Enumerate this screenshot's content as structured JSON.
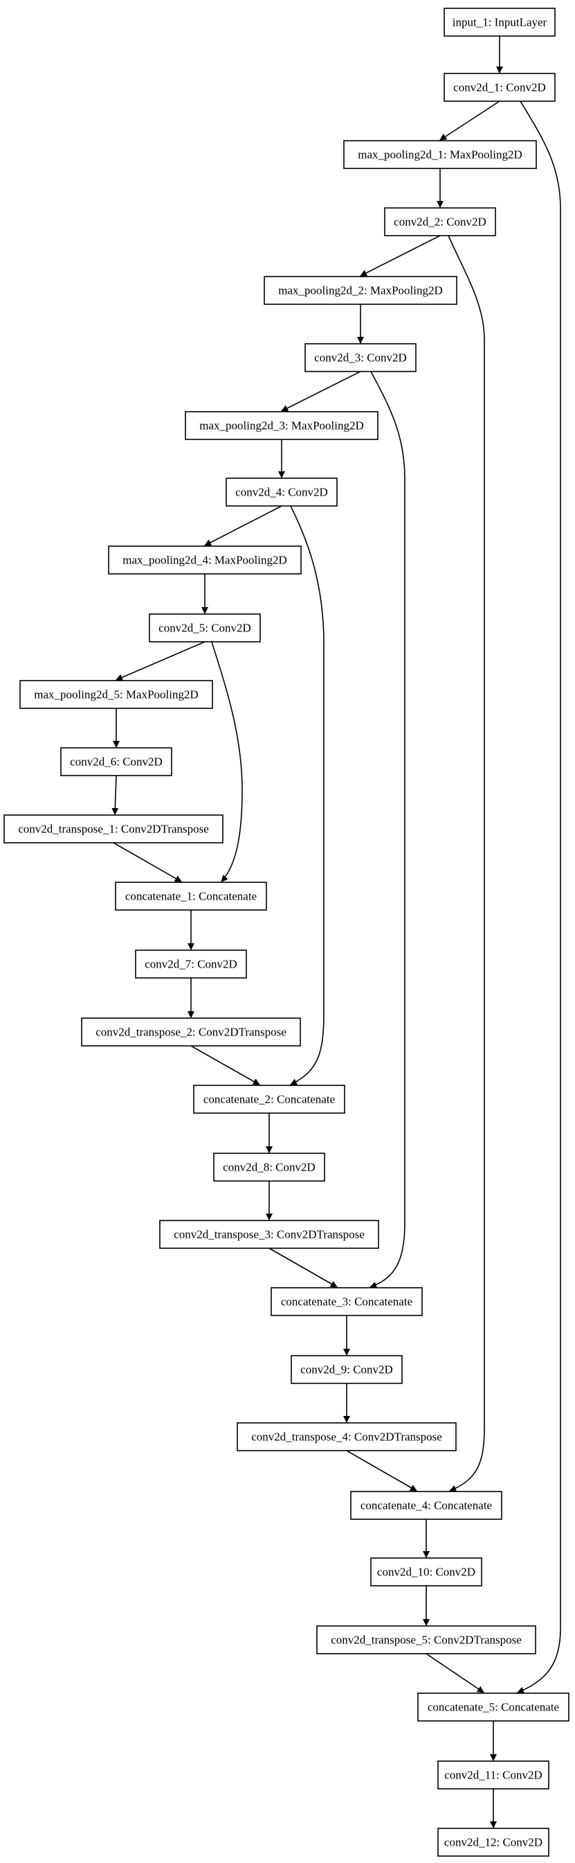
{
  "nodes": [
    {
      "id": "input_1",
      "label": "input_1: InputLayer"
    },
    {
      "id": "conv2d_1",
      "label": "conv2d_1: Conv2D"
    },
    {
      "id": "max_pooling2d_1",
      "label": "max_pooling2d_1: MaxPooling2D"
    },
    {
      "id": "conv2d_2",
      "label": "conv2d_2: Conv2D"
    },
    {
      "id": "max_pooling2d_2",
      "label": "max_pooling2d_2: MaxPooling2D"
    },
    {
      "id": "conv2d_3",
      "label": "conv2d_3: Conv2D"
    },
    {
      "id": "max_pooling2d_3",
      "label": "max_pooling2d_3: MaxPooling2D"
    },
    {
      "id": "conv2d_4",
      "label": "conv2d_4: Conv2D"
    },
    {
      "id": "max_pooling2d_4",
      "label": "max_pooling2d_4: MaxPooling2D"
    },
    {
      "id": "conv2d_5",
      "label": "conv2d_5: Conv2D"
    },
    {
      "id": "max_pooling2d_5",
      "label": "max_pooling2d_5: MaxPooling2D"
    },
    {
      "id": "conv2d_6",
      "label": "conv2d_6: Conv2D"
    },
    {
      "id": "conv2d_transpose_1",
      "label": "conv2d_transpose_1: Conv2DTranspose"
    },
    {
      "id": "concatenate_1",
      "label": "concatenate_1: Concatenate"
    },
    {
      "id": "conv2d_7",
      "label": "conv2d_7: Conv2D"
    },
    {
      "id": "conv2d_transpose_2",
      "label": "conv2d_transpose_2: Conv2DTranspose"
    },
    {
      "id": "concatenate_2",
      "label": "concatenate_2: Concatenate"
    },
    {
      "id": "conv2d_8",
      "label": "conv2d_8: Conv2D"
    },
    {
      "id": "conv2d_transpose_3",
      "label": "conv2d_transpose_3: Conv2DTranspose"
    },
    {
      "id": "concatenate_3",
      "label": "concatenate_3: Concatenate"
    },
    {
      "id": "conv2d_9",
      "label": "conv2d_9: Conv2D"
    },
    {
      "id": "conv2d_transpose_4",
      "label": "conv2d_transpose_4: Conv2DTranspose"
    },
    {
      "id": "concatenate_4",
      "label": "concatenate_4: Concatenate"
    },
    {
      "id": "conv2d_10",
      "label": "conv2d_10: Conv2D"
    },
    {
      "id": "conv2d_transpose_5",
      "label": "conv2d_transpose_5: Conv2DTranspose"
    },
    {
      "id": "concatenate_5",
      "label": "concatenate_5: Concatenate"
    },
    {
      "id": "conv2d_11",
      "label": "conv2d_11: Conv2D"
    },
    {
      "id": "conv2d_12",
      "label": "conv2d_12: Conv2D"
    }
  ],
  "edges": [
    {
      "from": "input_1",
      "to": "conv2d_1"
    },
    {
      "from": "conv2d_1",
      "to": "max_pooling2d_1"
    },
    {
      "from": "max_pooling2d_1",
      "to": "conv2d_2"
    },
    {
      "from": "conv2d_2",
      "to": "max_pooling2d_2"
    },
    {
      "from": "max_pooling2d_2",
      "to": "conv2d_3"
    },
    {
      "from": "conv2d_3",
      "to": "max_pooling2d_3"
    },
    {
      "from": "max_pooling2d_3",
      "to": "conv2d_4"
    },
    {
      "from": "conv2d_4",
      "to": "max_pooling2d_4"
    },
    {
      "from": "max_pooling2d_4",
      "to": "conv2d_5"
    },
    {
      "from": "conv2d_5",
      "to": "max_pooling2d_5"
    },
    {
      "from": "max_pooling2d_5",
      "to": "conv2d_6"
    },
    {
      "from": "conv2d_6",
      "to": "conv2d_transpose_1"
    },
    {
      "from": "conv2d_transpose_1",
      "to": "concatenate_1"
    },
    {
      "from": "conv2d_5",
      "to": "concatenate_1"
    },
    {
      "from": "concatenate_1",
      "to": "conv2d_7"
    },
    {
      "from": "conv2d_7",
      "to": "conv2d_transpose_2"
    },
    {
      "from": "conv2d_transpose_2",
      "to": "concatenate_2"
    },
    {
      "from": "conv2d_4",
      "to": "concatenate_2"
    },
    {
      "from": "concatenate_2",
      "to": "conv2d_8"
    },
    {
      "from": "conv2d_8",
      "to": "conv2d_transpose_3"
    },
    {
      "from": "conv2d_transpose_3",
      "to": "concatenate_3"
    },
    {
      "from": "conv2d_3",
      "to": "concatenate_3"
    },
    {
      "from": "concatenate_3",
      "to": "conv2d_9"
    },
    {
      "from": "conv2d_9",
      "to": "conv2d_transpose_4"
    },
    {
      "from": "conv2d_transpose_4",
      "to": "concatenate_4"
    },
    {
      "from": "conv2d_2",
      "to": "concatenate_4"
    },
    {
      "from": "concatenate_4",
      "to": "conv2d_10"
    },
    {
      "from": "conv2d_10",
      "to": "conv2d_transpose_5"
    },
    {
      "from": "conv2d_transpose_5",
      "to": "concatenate_5"
    },
    {
      "from": "conv2d_1",
      "to": "concatenate_5"
    },
    {
      "from": "concatenate_5",
      "to": "conv2d_11"
    },
    {
      "from": "conv2d_11",
      "to": "conv2d_12"
    }
  ]
}
